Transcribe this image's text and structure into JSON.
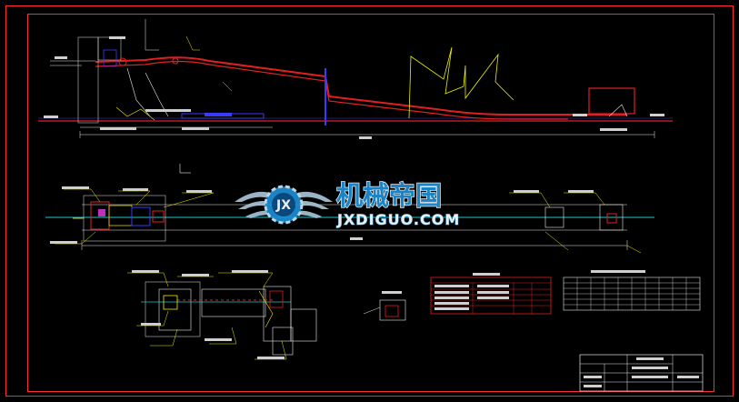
{
  "watermark": {
    "cn": "机械帝国",
    "en": "JXDIGUO.COM",
    "logo_letters": "JX"
  },
  "colors": {
    "background": "#000000",
    "frame": "#ff2a2a",
    "conveyor": "#e02020",
    "guide_line": "#20c8c8",
    "annotation": "#f0f000",
    "dimension": "#e8e8e8",
    "structure_blue": "#3a3aff",
    "watermark_fill": "#1d8fd6"
  },
  "icons": {
    "logo": "winged-gear-logo-icon"
  }
}
